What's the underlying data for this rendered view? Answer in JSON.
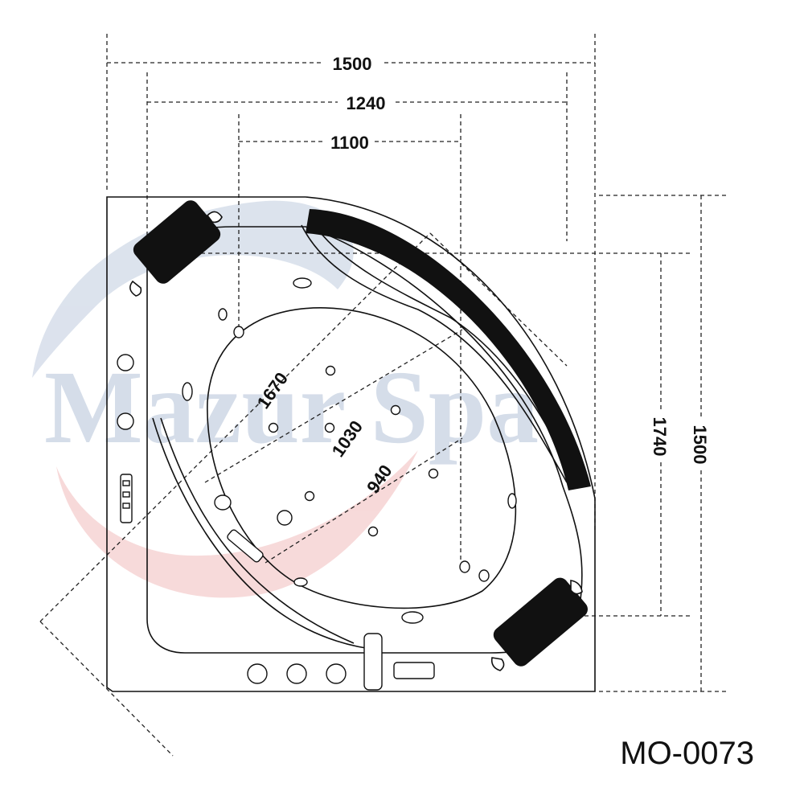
{
  "model_code": "MO-0073",
  "watermark": "Mazur Spa",
  "dimensions": {
    "top_outer": "1500",
    "top_middle": "1240",
    "top_inner": "1100",
    "right_inner": "1740",
    "right_outer": "1500",
    "diag_long": "1670",
    "diag_mid": "1030",
    "diag_short": "940"
  },
  "colors": {
    "watermark_blue": "#c9d3e3",
    "watermark_red": "#f3c8c8",
    "line": "#111111"
  },
  "icons": [
    "pillow-icon",
    "handle-icon",
    "jet-icon",
    "control-panel-icon",
    "faucet-icon"
  ]
}
